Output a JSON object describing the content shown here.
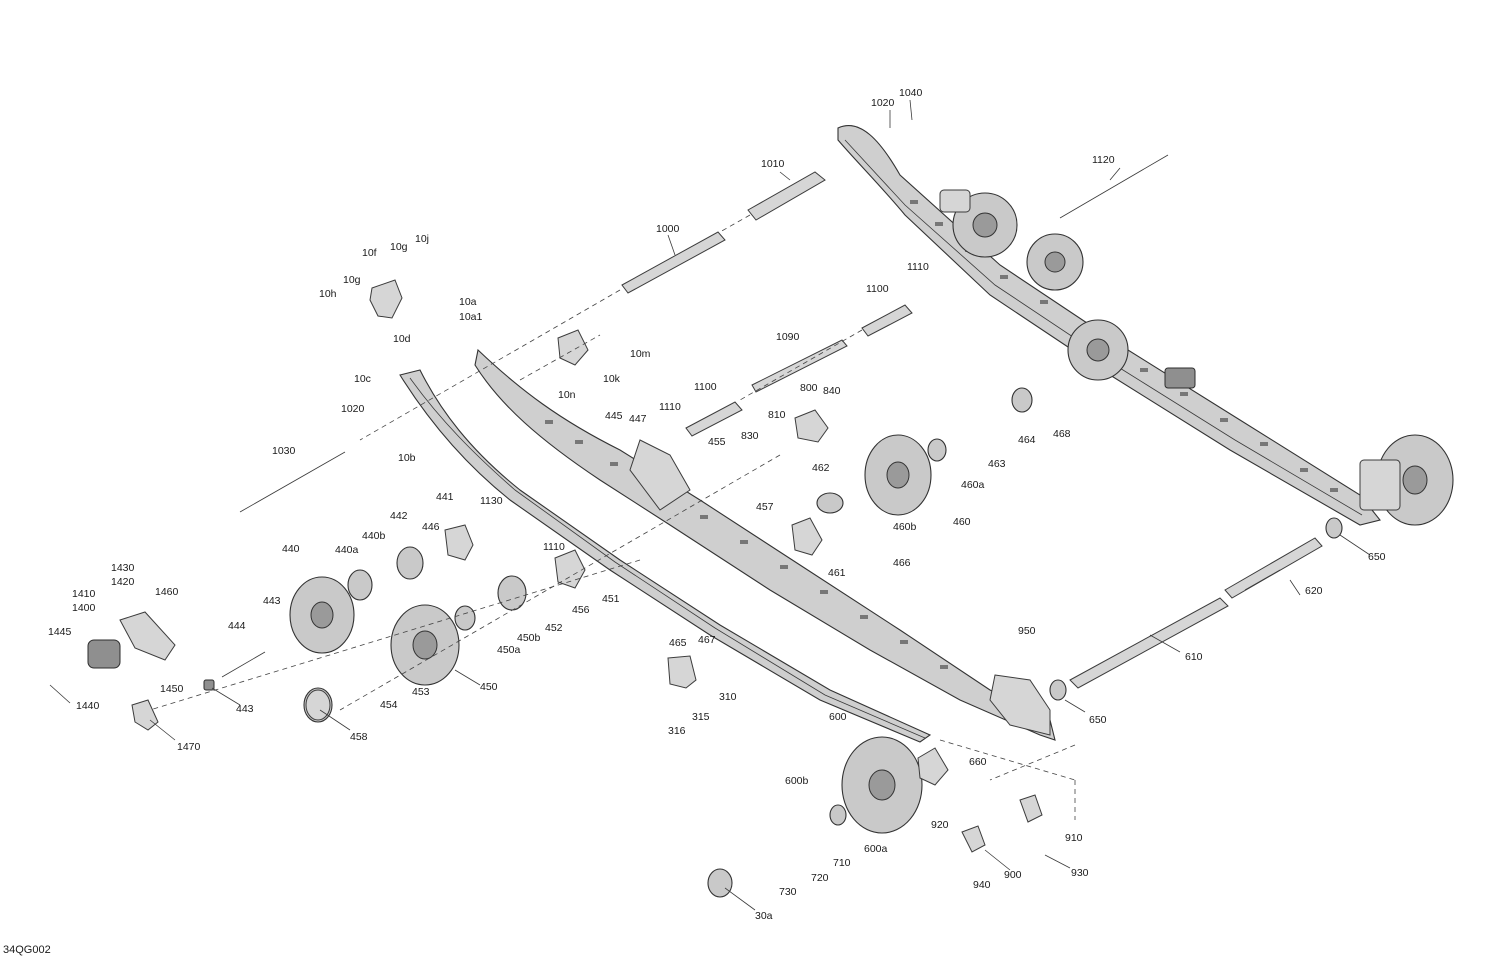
{
  "diagram_code": "34QG002",
  "callouts": [
    "1020",
    "1040",
    "1010",
    "1120",
    "1000",
    "10j",
    "10g",
    "10f",
    "10g",
    "10h",
    "1110",
    "1100",
    "10a",
    "10a1",
    "10m",
    "10d",
    "1090",
    "10k",
    "10n",
    "10c",
    "800",
    "840",
    "1100",
    "1020",
    "445",
    "447",
    "1110",
    "810",
    "830",
    "455",
    "468",
    "464",
    "463",
    "1030",
    "10b",
    "462",
    "460a",
    "457",
    "441",
    "1130",
    "460",
    "460b",
    "440b",
    "442",
    "446",
    "1110",
    "461",
    "466",
    "440",
    "440a",
    "650",
    "1430",
    "1420",
    "451",
    "620",
    "1460",
    "1410",
    "1400",
    "443",
    "456",
    "444",
    "452",
    "450b",
    "465",
    "467",
    "1445",
    "450a",
    "610",
    "950",
    "1450",
    "450",
    "310",
    "1440",
    "443",
    "453",
    "454",
    "650",
    "315",
    "316",
    "458",
    "1470",
    "600",
    "660",
    "600b",
    "920",
    "910",
    "710",
    "600a",
    "720",
    "900",
    "930",
    "730",
    "940",
    "30a"
  ]
}
